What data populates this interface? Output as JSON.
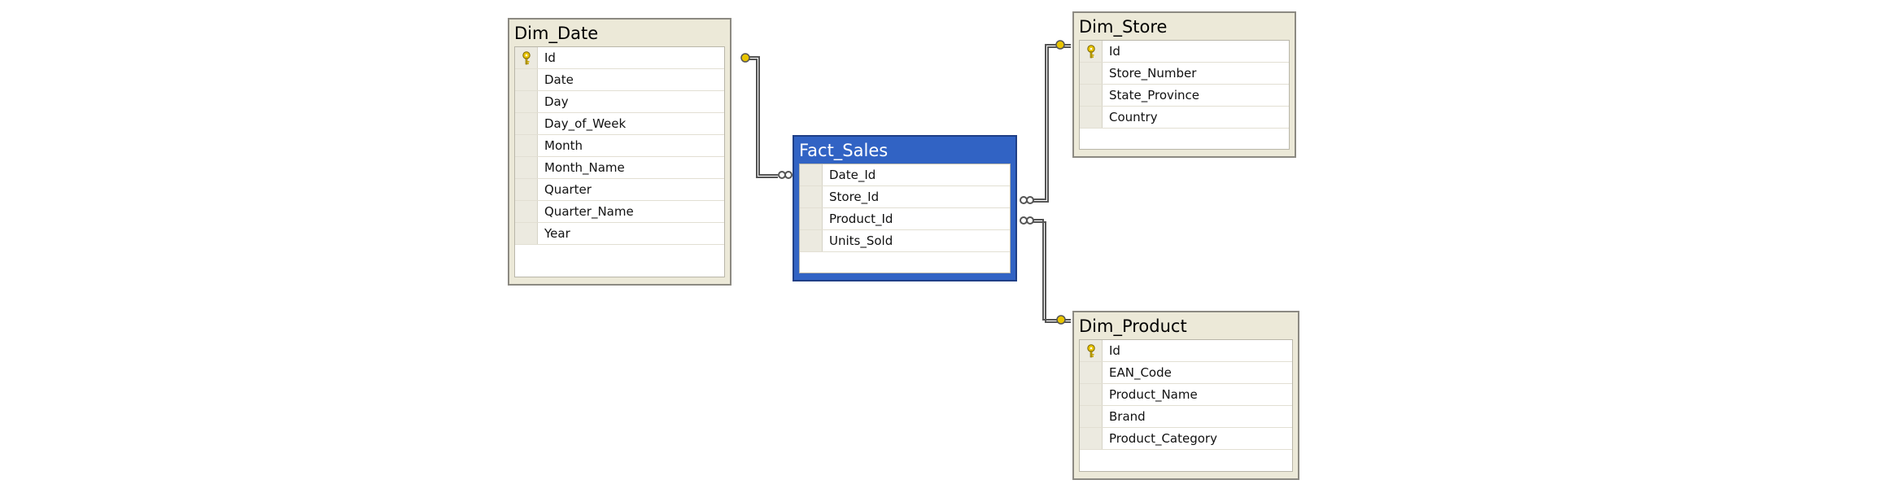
{
  "tables": {
    "dim_date": {
      "title": "Dim_Date",
      "columns": [
        "Id",
        "Date",
        "Day",
        "Day_of_Week",
        "Month",
        "Month_Name",
        "Quarter",
        "Quarter_Name",
        "Year"
      ]
    },
    "fact_sales": {
      "title": "Fact_Sales",
      "columns": [
        "Date_Id",
        "Store_Id",
        "Product_Id",
        "Units_Sold"
      ]
    },
    "dim_store": {
      "title": "Dim_Store",
      "columns": [
        "Id",
        "Store_Number",
        "State_Province",
        "Country"
      ]
    },
    "dim_product": {
      "title": "Dim_Product",
      "columns": [
        "Id",
        "EAN_Code",
        "Product_Name",
        "Brand",
        "Product_Category"
      ]
    }
  },
  "colors": {
    "table_frame": "#ece9d8",
    "selected_frame": "#3163c4",
    "key_icon": "#e8c400"
  },
  "icons": {
    "primary_key": "key-icon",
    "many_end": "infinity-icon",
    "one_end": "key-end-icon"
  }
}
